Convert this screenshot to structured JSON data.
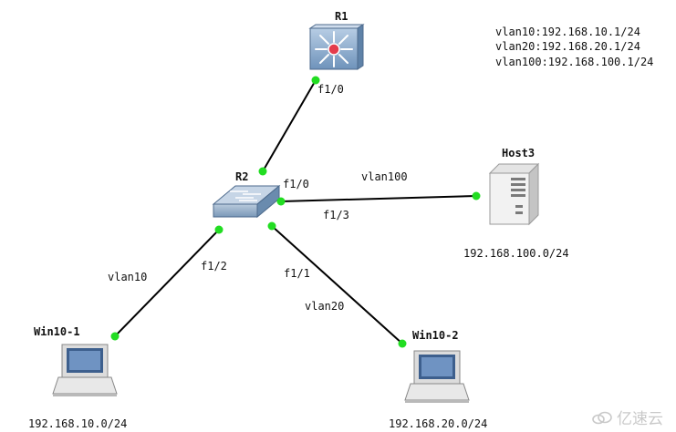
{
  "devices": {
    "r1": "R1",
    "r2": "R2",
    "host3": "Host3",
    "win10_1": "Win10-1",
    "win10_2": "Win10-2"
  },
  "vlan_info": {
    "line1": "vlan10:192.168.10.1/24",
    "line2": "vlan20:192.168.20.1/24",
    "line3": "vlan100:192.168.100.1/24"
  },
  "links": {
    "r1_f10": "f1/0",
    "r2_f10": "f1/0",
    "r2_f13": "f1/3",
    "r2_f12": "f1/2",
    "r2_f11": "f1/1",
    "vlan100": "vlan100",
    "vlan10": "vlan10",
    "vlan20": "vlan20"
  },
  "networks": {
    "host3_net": "192.168.100.0/24",
    "win10_1_net": "192.168.10.0/24",
    "win10_2_net": "192.168.20.0/24"
  },
  "watermark": "亿速云",
  "colors": {
    "link_dot": "#22dd22",
    "router_body": "#8fb2d6",
    "router_center": "#e43c4c",
    "switch_body": "#8aa7c4"
  }
}
